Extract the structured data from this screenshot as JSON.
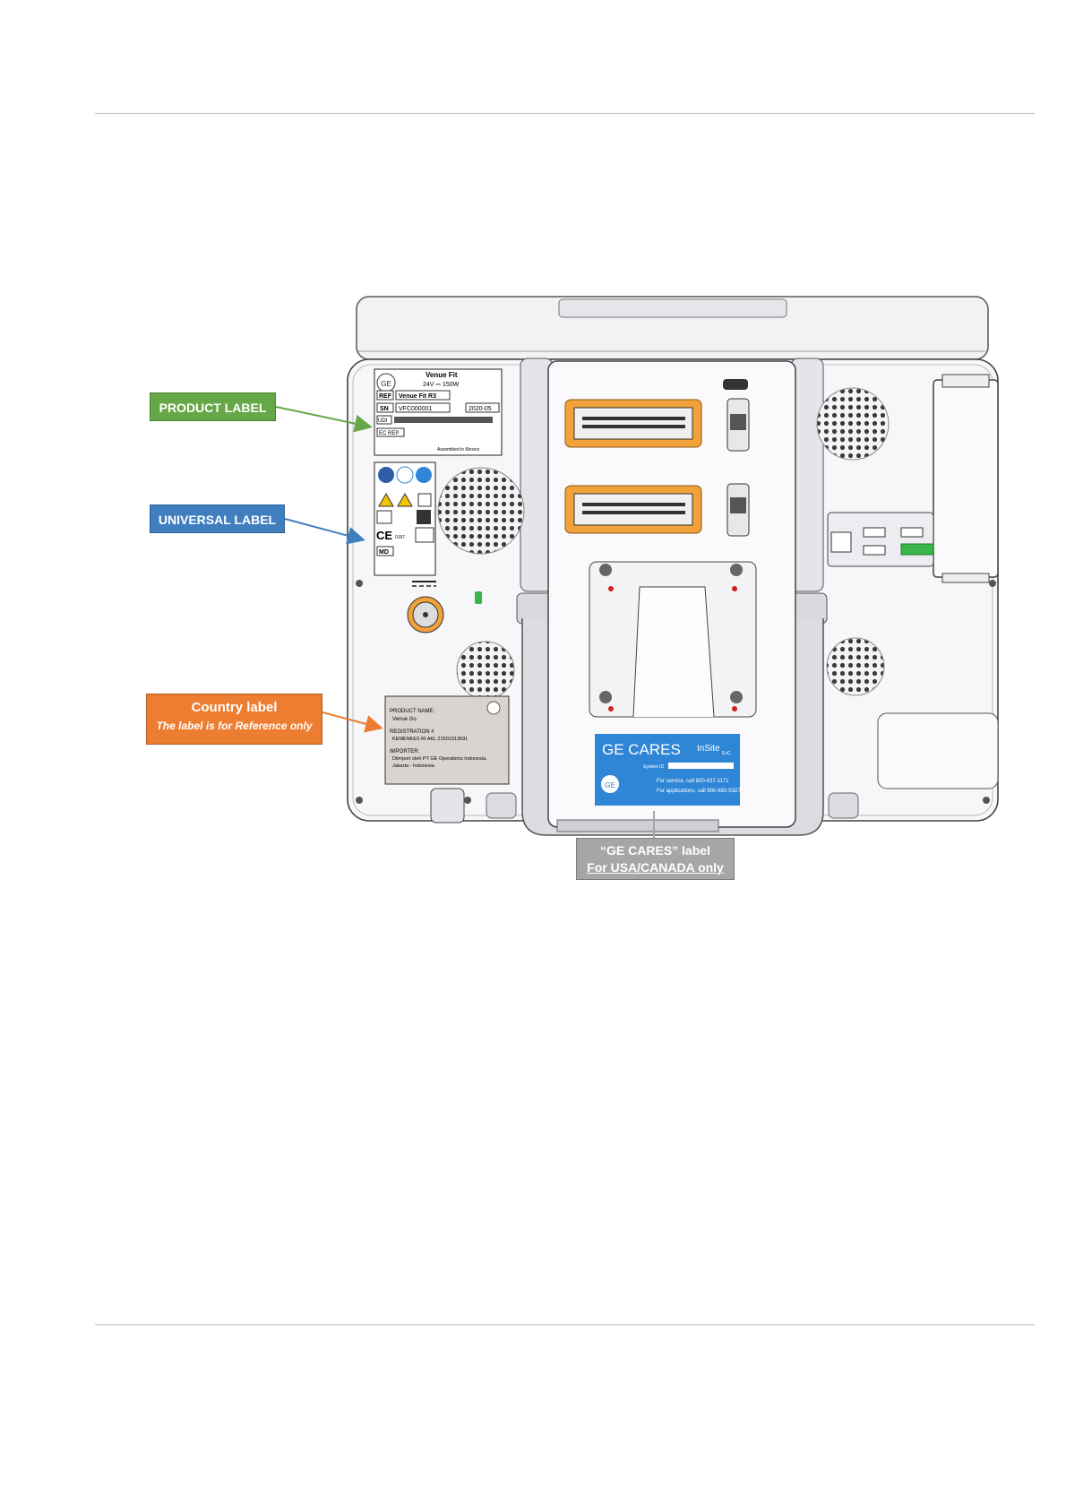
{
  "callouts": {
    "product_label": "PRODUCT LABEL",
    "universal_label": "UNIVERSAL LABEL",
    "country_label": "Country label",
    "country_note": "The label is for Reference only",
    "ge_cares_label": "“GE CARES” label",
    "ge_cares_note": "For USA/CANADA only"
  },
  "product_label_plate": {
    "model": "Venue Fit",
    "rating": "24V ⎓ 150W",
    "ref_tag": "REF",
    "ref_value": "Venue Fit R3",
    "sn_tag": "SN",
    "sn_value": "VFC000001",
    "date": "2020-05",
    "udi_tag": "UDI",
    "ec_rep": "EC REP",
    "assembled": "Assembled in Mexico"
  },
  "universal_label_plate": {
    "ce": "CE",
    "ce_number": "0197",
    "md": "MD"
  },
  "country_label_plate": {
    "product_name_heading": "PRODUCT NAME:",
    "product_name": "Venue Go",
    "registration_heading": "REGISTRATION #",
    "registration": "KEMENKES RI AKL 21501913691",
    "importer_heading": "IMPORTER:",
    "importer_line1": "Diimport oleh PT GE Operations Indonesia,",
    "importer_line2": "Jakarta - Indonesia"
  },
  "ge_cares_plate": {
    "title": "GE CARES",
    "insite": "InSite",
    "insite_suffix": "ExC",
    "system_id": "System ID",
    "service": "For service, call 800-437-1171",
    "applications": "For applications, call 800-682-5327"
  },
  "colors": {
    "product": "#66a847",
    "universal": "#3f7fc0",
    "country": "#ed7d31",
    "cares": "#a6a6a6",
    "cares_plate": "#2f86d6",
    "probe_port": "#f2a23a"
  }
}
